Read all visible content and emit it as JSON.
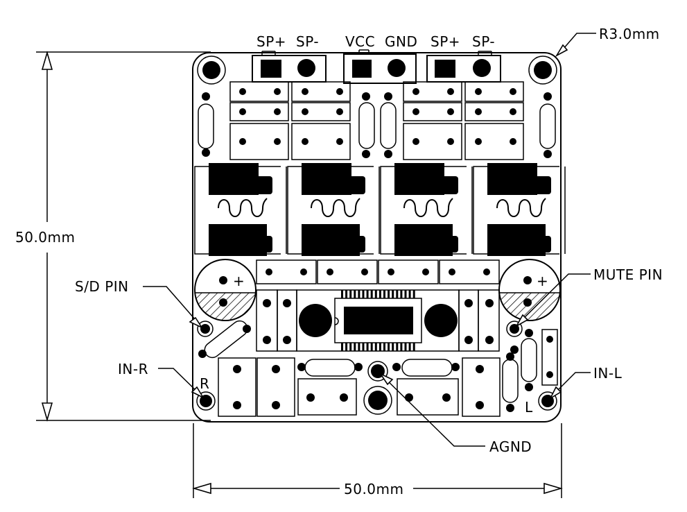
{
  "connector_labels": {
    "left_sp_plus": "SP+",
    "left_sp_minus": "SP-",
    "vcc": "VCC",
    "gnd": "GND",
    "right_sp_plus": "SP+",
    "right_sp_minus": "SP-"
  },
  "callouts": {
    "radius": "R3.0mm",
    "sd_pin": "S/D PIN",
    "mute_pin": "MUTE PIN",
    "in_r": "IN-R",
    "in_l": "IN-L",
    "agnd": "AGND"
  },
  "dimensions": {
    "height": "50.0mm",
    "width": "50.0mm"
  },
  "board_marks": {
    "r": "R",
    "l": "L",
    "plus": "+"
  },
  "colors": {
    "ink": "#000000",
    "background": "#ffffff"
  }
}
